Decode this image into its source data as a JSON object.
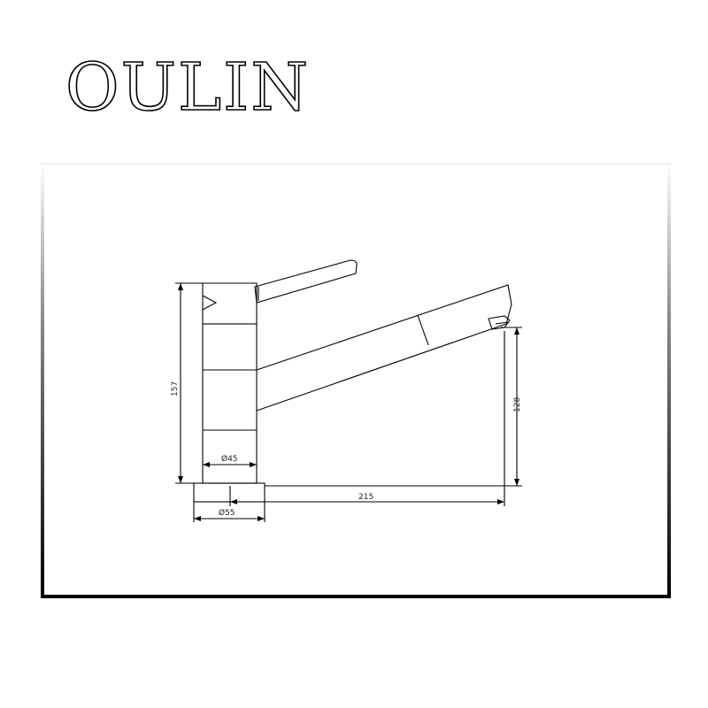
{
  "brand": {
    "logo_text": "OULIN"
  },
  "dimensions": {
    "height_label": "157",
    "reach_label": "215",
    "body_diameter_label": "Ø45",
    "base_diameter_label": "Ø55",
    "spout_height_label": "128"
  },
  "colors": {
    "line": "#000000",
    "background": "#ffffff"
  }
}
